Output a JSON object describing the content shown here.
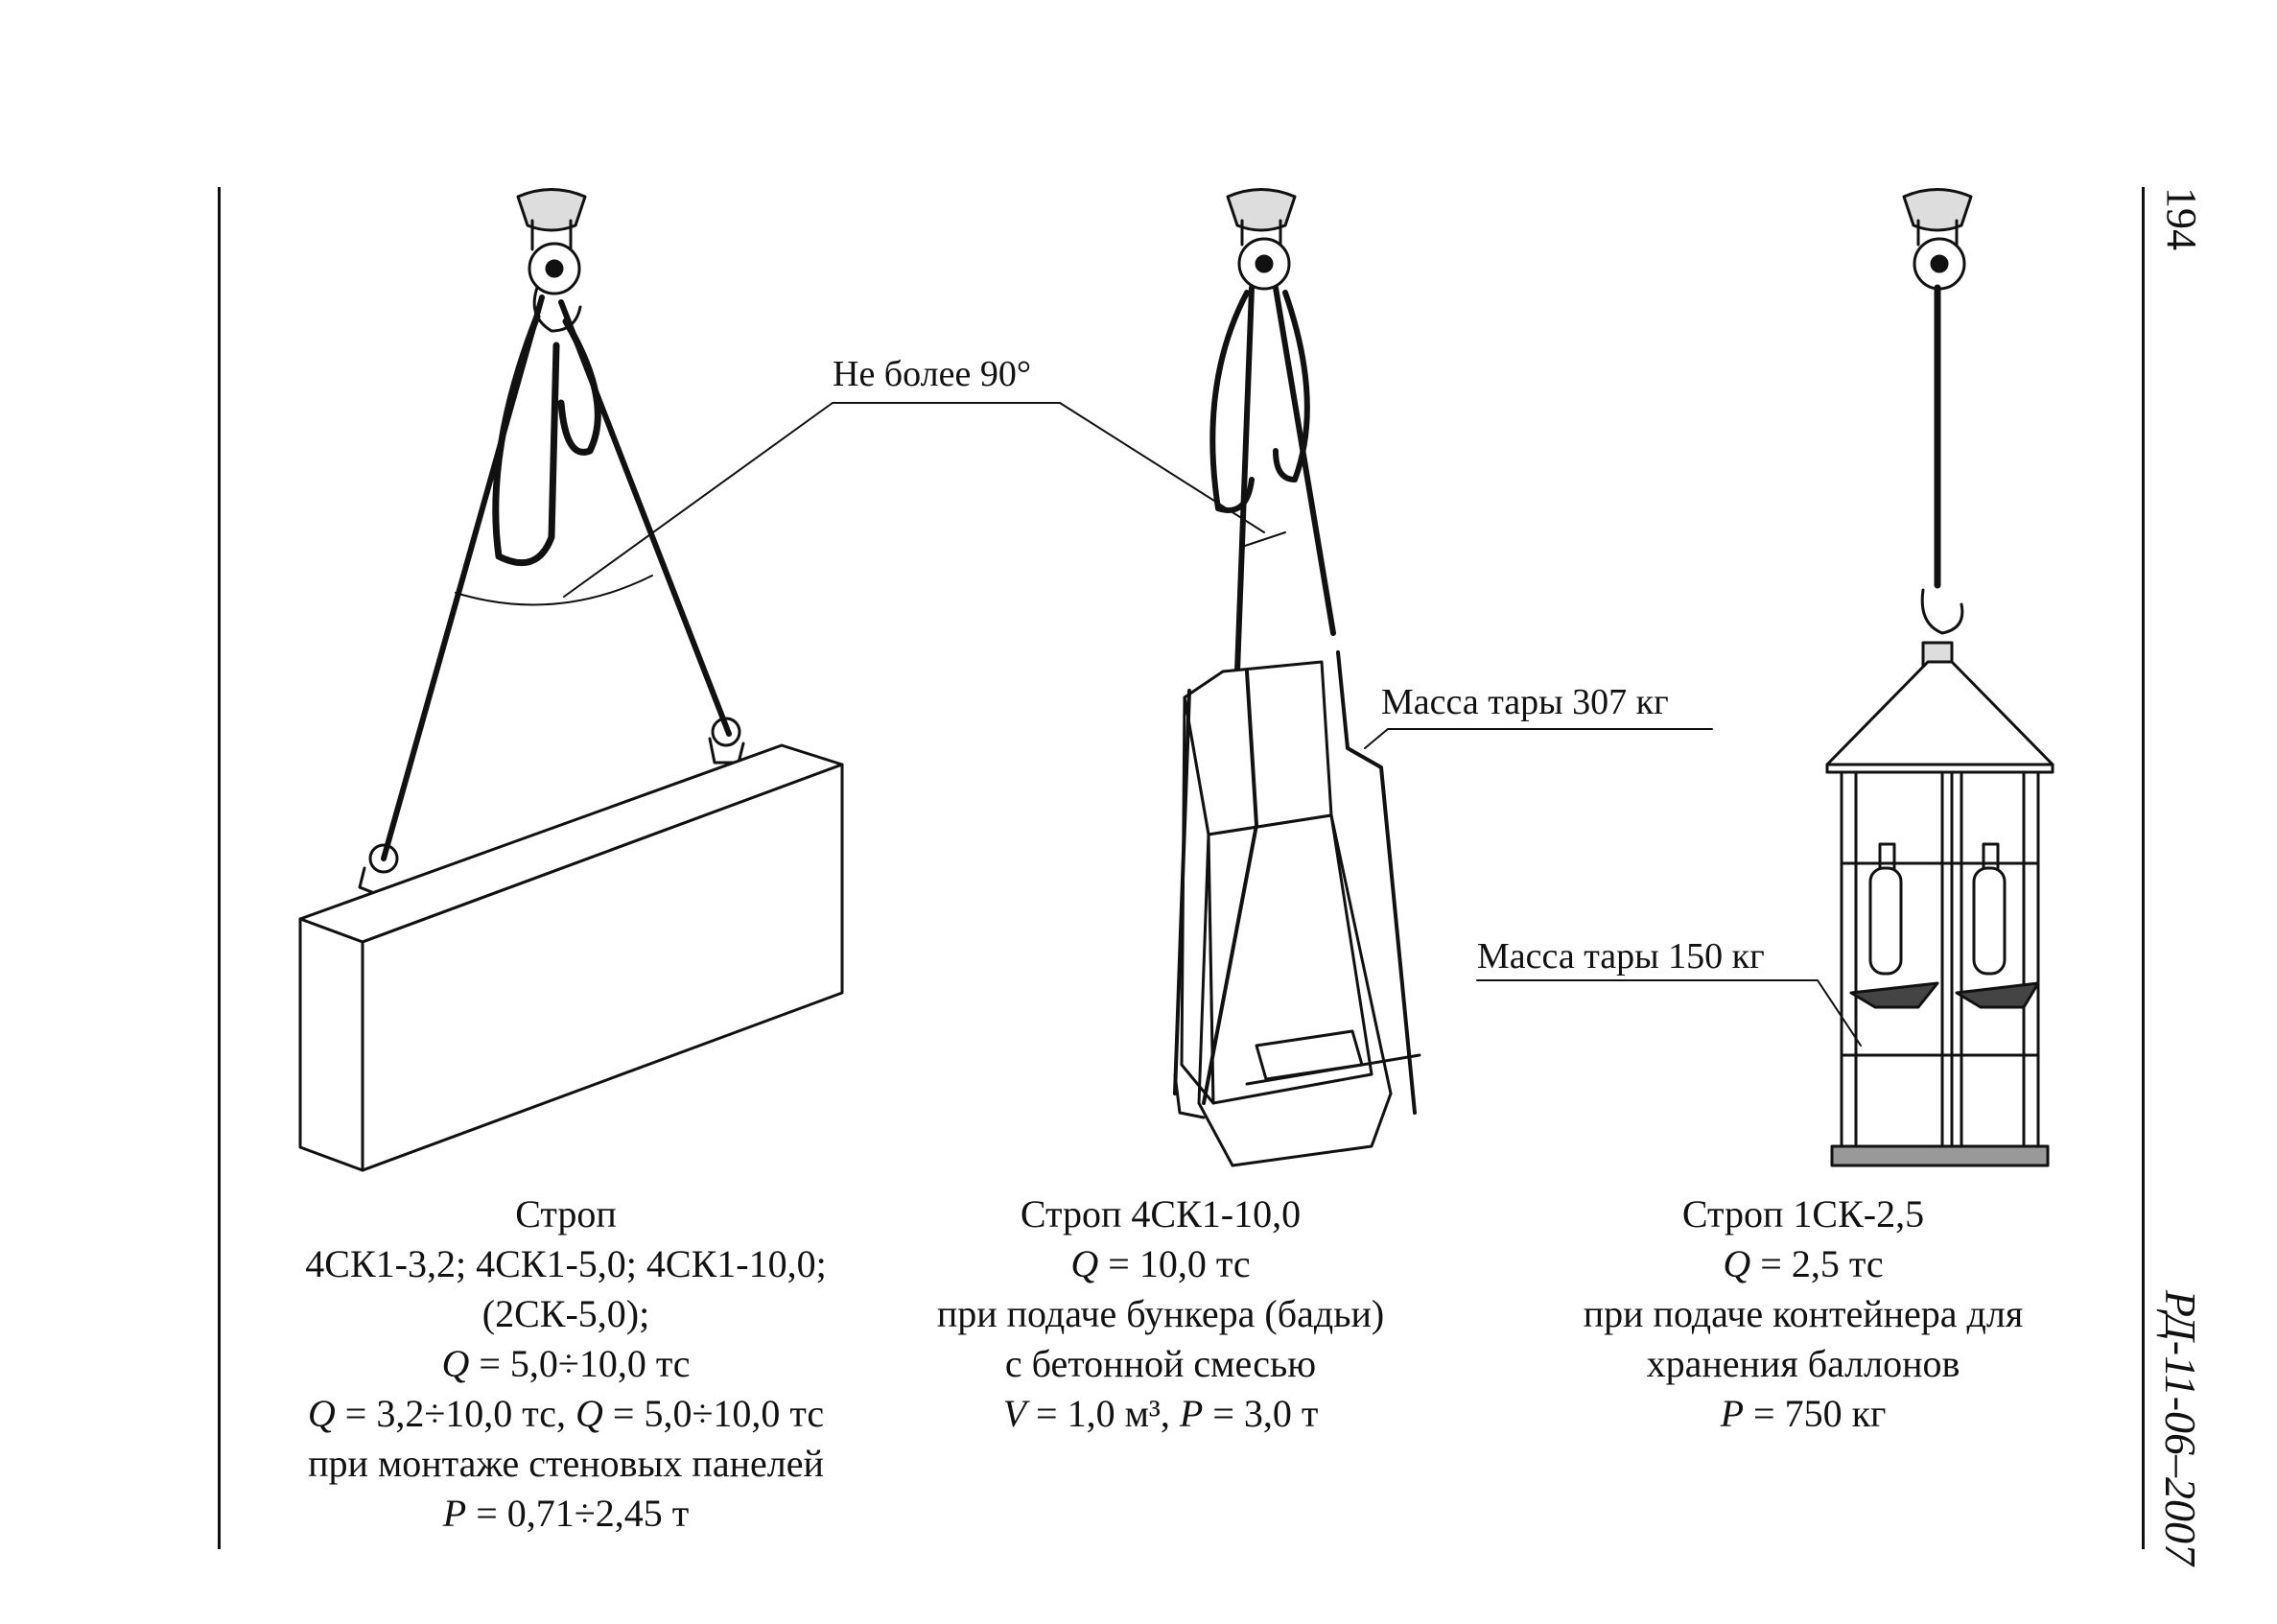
{
  "page_number": "194",
  "doc_code": "РД-11-06–2007",
  "callouts": {
    "angle": "Не более 90°",
    "tare_307": "Масса тары 307 кг",
    "tare_150": "Масса тары 150 кг"
  },
  "figures": [
    {
      "title": "Строп",
      "lines": [
        "4СК1-3,2; 4СК1-5,0; 4СК1-10,0;",
        "(2СК-5,0);"
      ],
      "q1_sym": "Q",
      "q1_val": " = 5,0÷10,0 тс",
      "q2_sym_a": "Q",
      "q2_val_a": " = 3,2÷10,0 тс, ",
      "q2_sym_b": "Q",
      "q2_val_b": " = 5,0÷10,0 тс",
      "purpose": "при монтаже стеновых панелей",
      "p_sym": "P",
      "p_val": " =  0,71÷2,45 т"
    },
    {
      "title": "Строп 4СК1-10,0",
      "q_sym": "Q",
      "q_val": " = 10,0 тс",
      "purpose_1": "при подаче бункера (бадьи)",
      "purpose_2": "с бетонной смесью",
      "v_sym": "V",
      "v_val": " = 1,0 м³, ",
      "p_sym": "P",
      "p_val": " = 3,0 т"
    },
    {
      "title": "Строп 1СК-2,5",
      "q_sym": "Q",
      "q_val": " = 2,5 тс",
      "purpose_1": "при подаче контейнера для",
      "purpose_2": "хранения баллонов",
      "p_sym": "P",
      "p_val": " = 750 кг"
    }
  ]
}
